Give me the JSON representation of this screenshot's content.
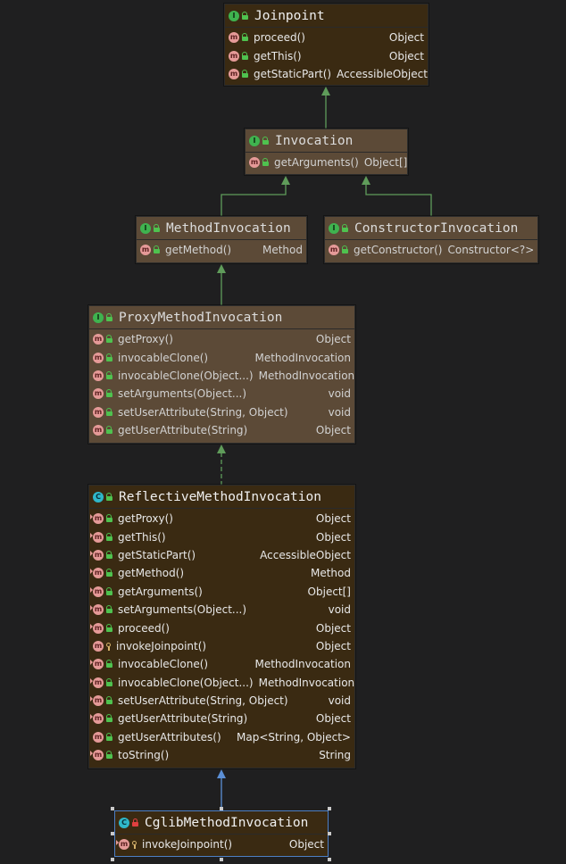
{
  "colors": {
    "inheritance_edge": "#5f9c5a",
    "implementation_edge": "#5f9c5a",
    "selected_edge": "#5b8fd6",
    "interface_icon": "#3fb34f",
    "class_icon": "#2fb7c9",
    "method_icon": "#e59a98",
    "public_icon": "#4fc24f",
    "private_icon": "#e04040"
  },
  "nodes": {
    "joinpoint": {
      "title": "Joinpoint",
      "kind": "interface",
      "methods": [
        {
          "name": "proceed()",
          "type": "Object",
          "vis": "public",
          "over": false
        },
        {
          "name": "getThis()",
          "type": "Object",
          "vis": "public",
          "over": false
        },
        {
          "name": "getStaticPart()",
          "type": "AccessibleObject",
          "vis": "public",
          "over": false
        }
      ]
    },
    "invocation": {
      "title": "Invocation",
      "kind": "interface",
      "methods": [
        {
          "name": "getArguments()",
          "type": "Object[]",
          "vis": "public",
          "over": false
        }
      ]
    },
    "methodInvocation": {
      "title": "MethodInvocation",
      "kind": "interface",
      "methods": [
        {
          "name": "getMethod()",
          "type": "Method",
          "vis": "public",
          "over": false
        }
      ]
    },
    "constructorInvocation": {
      "title": "ConstructorInvocation",
      "kind": "interface",
      "methods": [
        {
          "name": "getConstructor()",
          "type": "Constructor<?>",
          "vis": "public",
          "over": false
        }
      ]
    },
    "proxyMethodInvocation": {
      "title": "ProxyMethodInvocation",
      "kind": "interface",
      "methods": [
        {
          "name": "getProxy()",
          "type": "Object",
          "vis": "public",
          "over": false
        },
        {
          "name": "invocableClone()",
          "type": "MethodInvocation",
          "vis": "public",
          "over": false
        },
        {
          "name": "invocableClone(Object...)",
          "type": "MethodInvocation",
          "vis": "public",
          "over": false
        },
        {
          "name": "setArguments(Object...)",
          "type": "void",
          "vis": "public",
          "over": false
        },
        {
          "name": "setUserAttribute(String, Object)",
          "type": "void",
          "vis": "public",
          "over": false
        },
        {
          "name": "getUserAttribute(String)",
          "type": "Object",
          "vis": "public",
          "over": false
        }
      ]
    },
    "reflectiveMethodInvocation": {
      "title": "ReflectiveMethodInvocation",
      "kind": "class",
      "methods": [
        {
          "name": "getProxy()",
          "type": "Object",
          "vis": "public",
          "over": true
        },
        {
          "name": "getThis()",
          "type": "Object",
          "vis": "public",
          "over": true
        },
        {
          "name": "getStaticPart()",
          "type": "AccessibleObject",
          "vis": "public",
          "over": true
        },
        {
          "name": "getMethod()",
          "type": "Method",
          "vis": "public",
          "over": true
        },
        {
          "name": "getArguments()",
          "type": "Object[]",
          "vis": "public",
          "over": true
        },
        {
          "name": "setArguments(Object...)",
          "type": "void",
          "vis": "public",
          "over": true
        },
        {
          "name": "proceed()",
          "type": "Object",
          "vis": "public",
          "over": true
        },
        {
          "name": "invokeJoinpoint()",
          "type": "Object",
          "vis": "protected",
          "over": false
        },
        {
          "name": "invocableClone()",
          "type": "MethodInvocation",
          "vis": "public",
          "over": true
        },
        {
          "name": "invocableClone(Object...)",
          "type": "MethodInvocation",
          "vis": "public",
          "over": true
        },
        {
          "name": "setUserAttribute(String, Object)",
          "type": "void",
          "vis": "public",
          "over": true
        },
        {
          "name": "getUserAttribute(String)",
          "type": "Object",
          "vis": "public",
          "over": true
        },
        {
          "name": "getUserAttributes()",
          "type": "Map<String, Object>",
          "vis": "public",
          "over": false
        },
        {
          "name": "toString()",
          "type": "String",
          "vis": "public",
          "over": true
        }
      ]
    },
    "cglibMethodInvocation": {
      "title": "CglibMethodInvocation",
      "kind": "class",
      "class_vis": "private",
      "methods": [
        {
          "name": "invokeJoinpoint()",
          "type": "Object",
          "vis": "protected",
          "over": true
        }
      ]
    }
  }
}
